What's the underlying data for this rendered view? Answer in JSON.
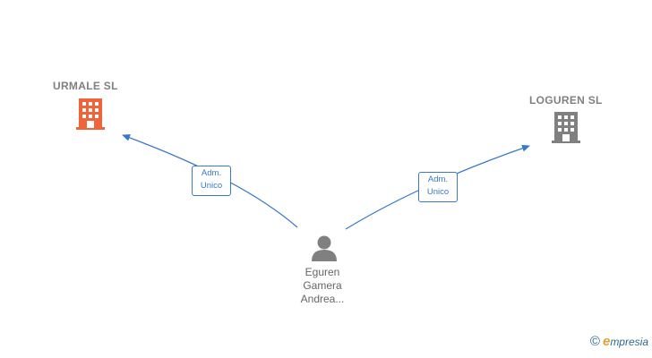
{
  "companies": [
    {
      "name": "URMALE  SL",
      "icon": "building-icon",
      "color": "#f0643c"
    },
    {
      "name": "LOGUREN  SL",
      "icon": "building-icon",
      "color": "#808080"
    }
  ],
  "person": {
    "name_lines": [
      "Eguren",
      "Gamera",
      "Andrea..."
    ],
    "icon": "person-icon",
    "color": "#808080"
  },
  "relations": [
    {
      "label_lines": [
        "Adm.",
        "Unico"
      ],
      "to": "URMALE  SL"
    },
    {
      "label_lines": [
        "Adm.",
        "Unico"
      ],
      "to": "LOGUREN  SL"
    }
  ],
  "edge_color": "#3a78c9",
  "watermark": {
    "symbol": "©",
    "brand_initial": "e",
    "brand_rest": "mpresia"
  }
}
